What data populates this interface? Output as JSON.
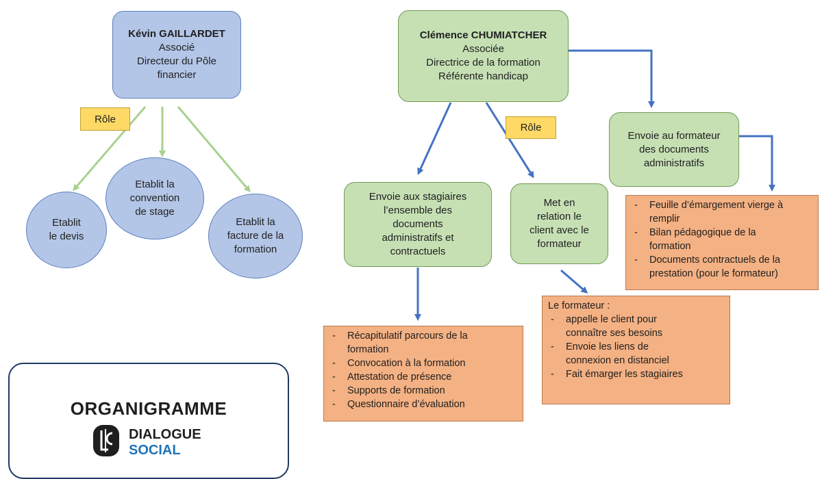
{
  "kevin": {
    "name": "Kévin GAILLARDET",
    "line1": "Associé",
    "line2": "Directeur du Pôle",
    "line3": "financier"
  },
  "clemence": {
    "name": "Clémence CHUMIATCHER",
    "line1": "Associée",
    "line2": "Directrice de la formation",
    "line3": "Référente handicap"
  },
  "role_label": "Rôle",
  "kevin_roles": [
    {
      "line1": "Etablit",
      "line2": "le devis"
    },
    {
      "line1": "Etablit la",
      "line2": "convention",
      "line3": "de stage"
    },
    {
      "line1": "Etablit la",
      "line2": "facture de la",
      "line3": "formation"
    }
  ],
  "clemence_roles": {
    "envoie_stagiaires": [
      "Envoie aux stagiaires",
      "l’ensemble des",
      "documents",
      "administratifs et",
      "contractuels"
    ],
    "met_en_relation": [
      "Met en",
      "relation le",
      "client avec le",
      "formateur"
    ],
    "envoie_formateur": [
      "Envoie au formateur",
      "des documents",
      "administratifs"
    ]
  },
  "list_stagiaires": [
    [
      "Récapitulatif parcours de la",
      "formation"
    ],
    [
      "Convocation à la formation"
    ],
    [
      "Attestation de présence"
    ],
    [
      "Supports de formation"
    ],
    [
      "Questionnaire d’évaluation"
    ]
  ],
  "list_formateur_intro": "Le formateur :",
  "list_formateur": [
    [
      "appelle le client pour",
      "connaître ses besoins"
    ],
    [
      "Envoie les liens de",
      "connexion en distanciel"
    ],
    [
      "Fait émarger les stagiaires"
    ]
  ],
  "list_documents": [
    [
      "Feuille d’émargement vierge à",
      "remplir"
    ],
    [
      "Bilan pédagogique de la",
      "formation"
    ],
    [
      "Documents contractuels de la",
      "prestation (pour le formateur)"
    ]
  ],
  "logo": {
    "title": "ORGANIGRAMME",
    "word1": "DIALOGUE",
    "word2": "SOCIAL"
  },
  "colors": {
    "blue_fill": "#b4c6e7",
    "green_fill": "#c6e0b4",
    "orange_fill": "#f4b183",
    "tag_fill": "#ffd966",
    "arrow_blue": "#4472c4",
    "arrow_green": "#a9d18e"
  }
}
